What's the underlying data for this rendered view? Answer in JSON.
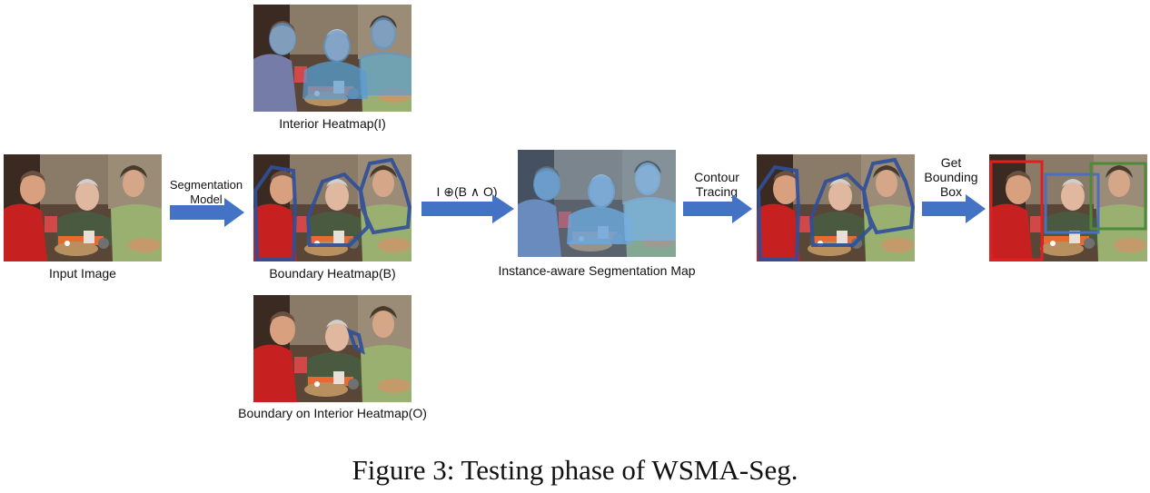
{
  "diagram": {
    "input_label": "Input Image",
    "arrow1_label_line1": "Segmentation",
    "arrow1_label_line2": "Model",
    "interior_label": "Interior Heatmap(I)",
    "boundary_label": "Boundary Heatmap(B)",
    "boundary_on_interior_label": "Boundary on Interior Heatmap(O)",
    "arrow2_label": "I ⊕(B ∧ O)",
    "instance_label": "Instance-aware Segmentation Map",
    "arrow3_label_line1": "Contour",
    "arrow3_label_line2": "Tracing",
    "arrow4_label_line1": "Get",
    "arrow4_label_line2": "Bounding",
    "arrow4_label_line3": "Box",
    "caption": "Figure 3: Testing phase of WSMA-Seg."
  },
  "colors": {
    "arrow_blue": "#4472c4",
    "overlay_blue": "#5b9bd5",
    "contour_blue": "#2f4f9a",
    "box_red": "#e02020",
    "box_blue": "#4a6fc0",
    "box_green": "#4d8a3a"
  },
  "icons": [
    "photo-scene",
    "right-arrow"
  ]
}
